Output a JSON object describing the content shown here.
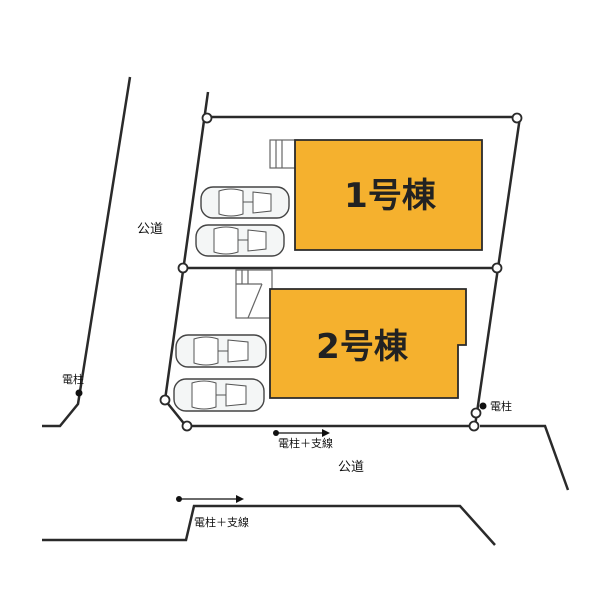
{
  "buildings": [
    {
      "label": "1号棟",
      "color": "#f5b12e"
    },
    {
      "label": "2号棟",
      "color": "#f5b12e"
    }
  ],
  "roads": {
    "west_label": "公道",
    "south_label": "公道"
  },
  "utility": {
    "pole_label_west": "電柱",
    "pole_label_east": "電柱",
    "pole_wire_label_1": "電柱＋支線",
    "pole_wire_label_2": "電柱＋支線"
  },
  "colors": {
    "line": "#2a2a2a",
    "building": "#f5b12e",
    "car_fill": "#f4f6f6",
    "car_stroke": "#444444"
  },
  "parking": {
    "lot1_cars": 2,
    "lot2_cars": 2
  }
}
